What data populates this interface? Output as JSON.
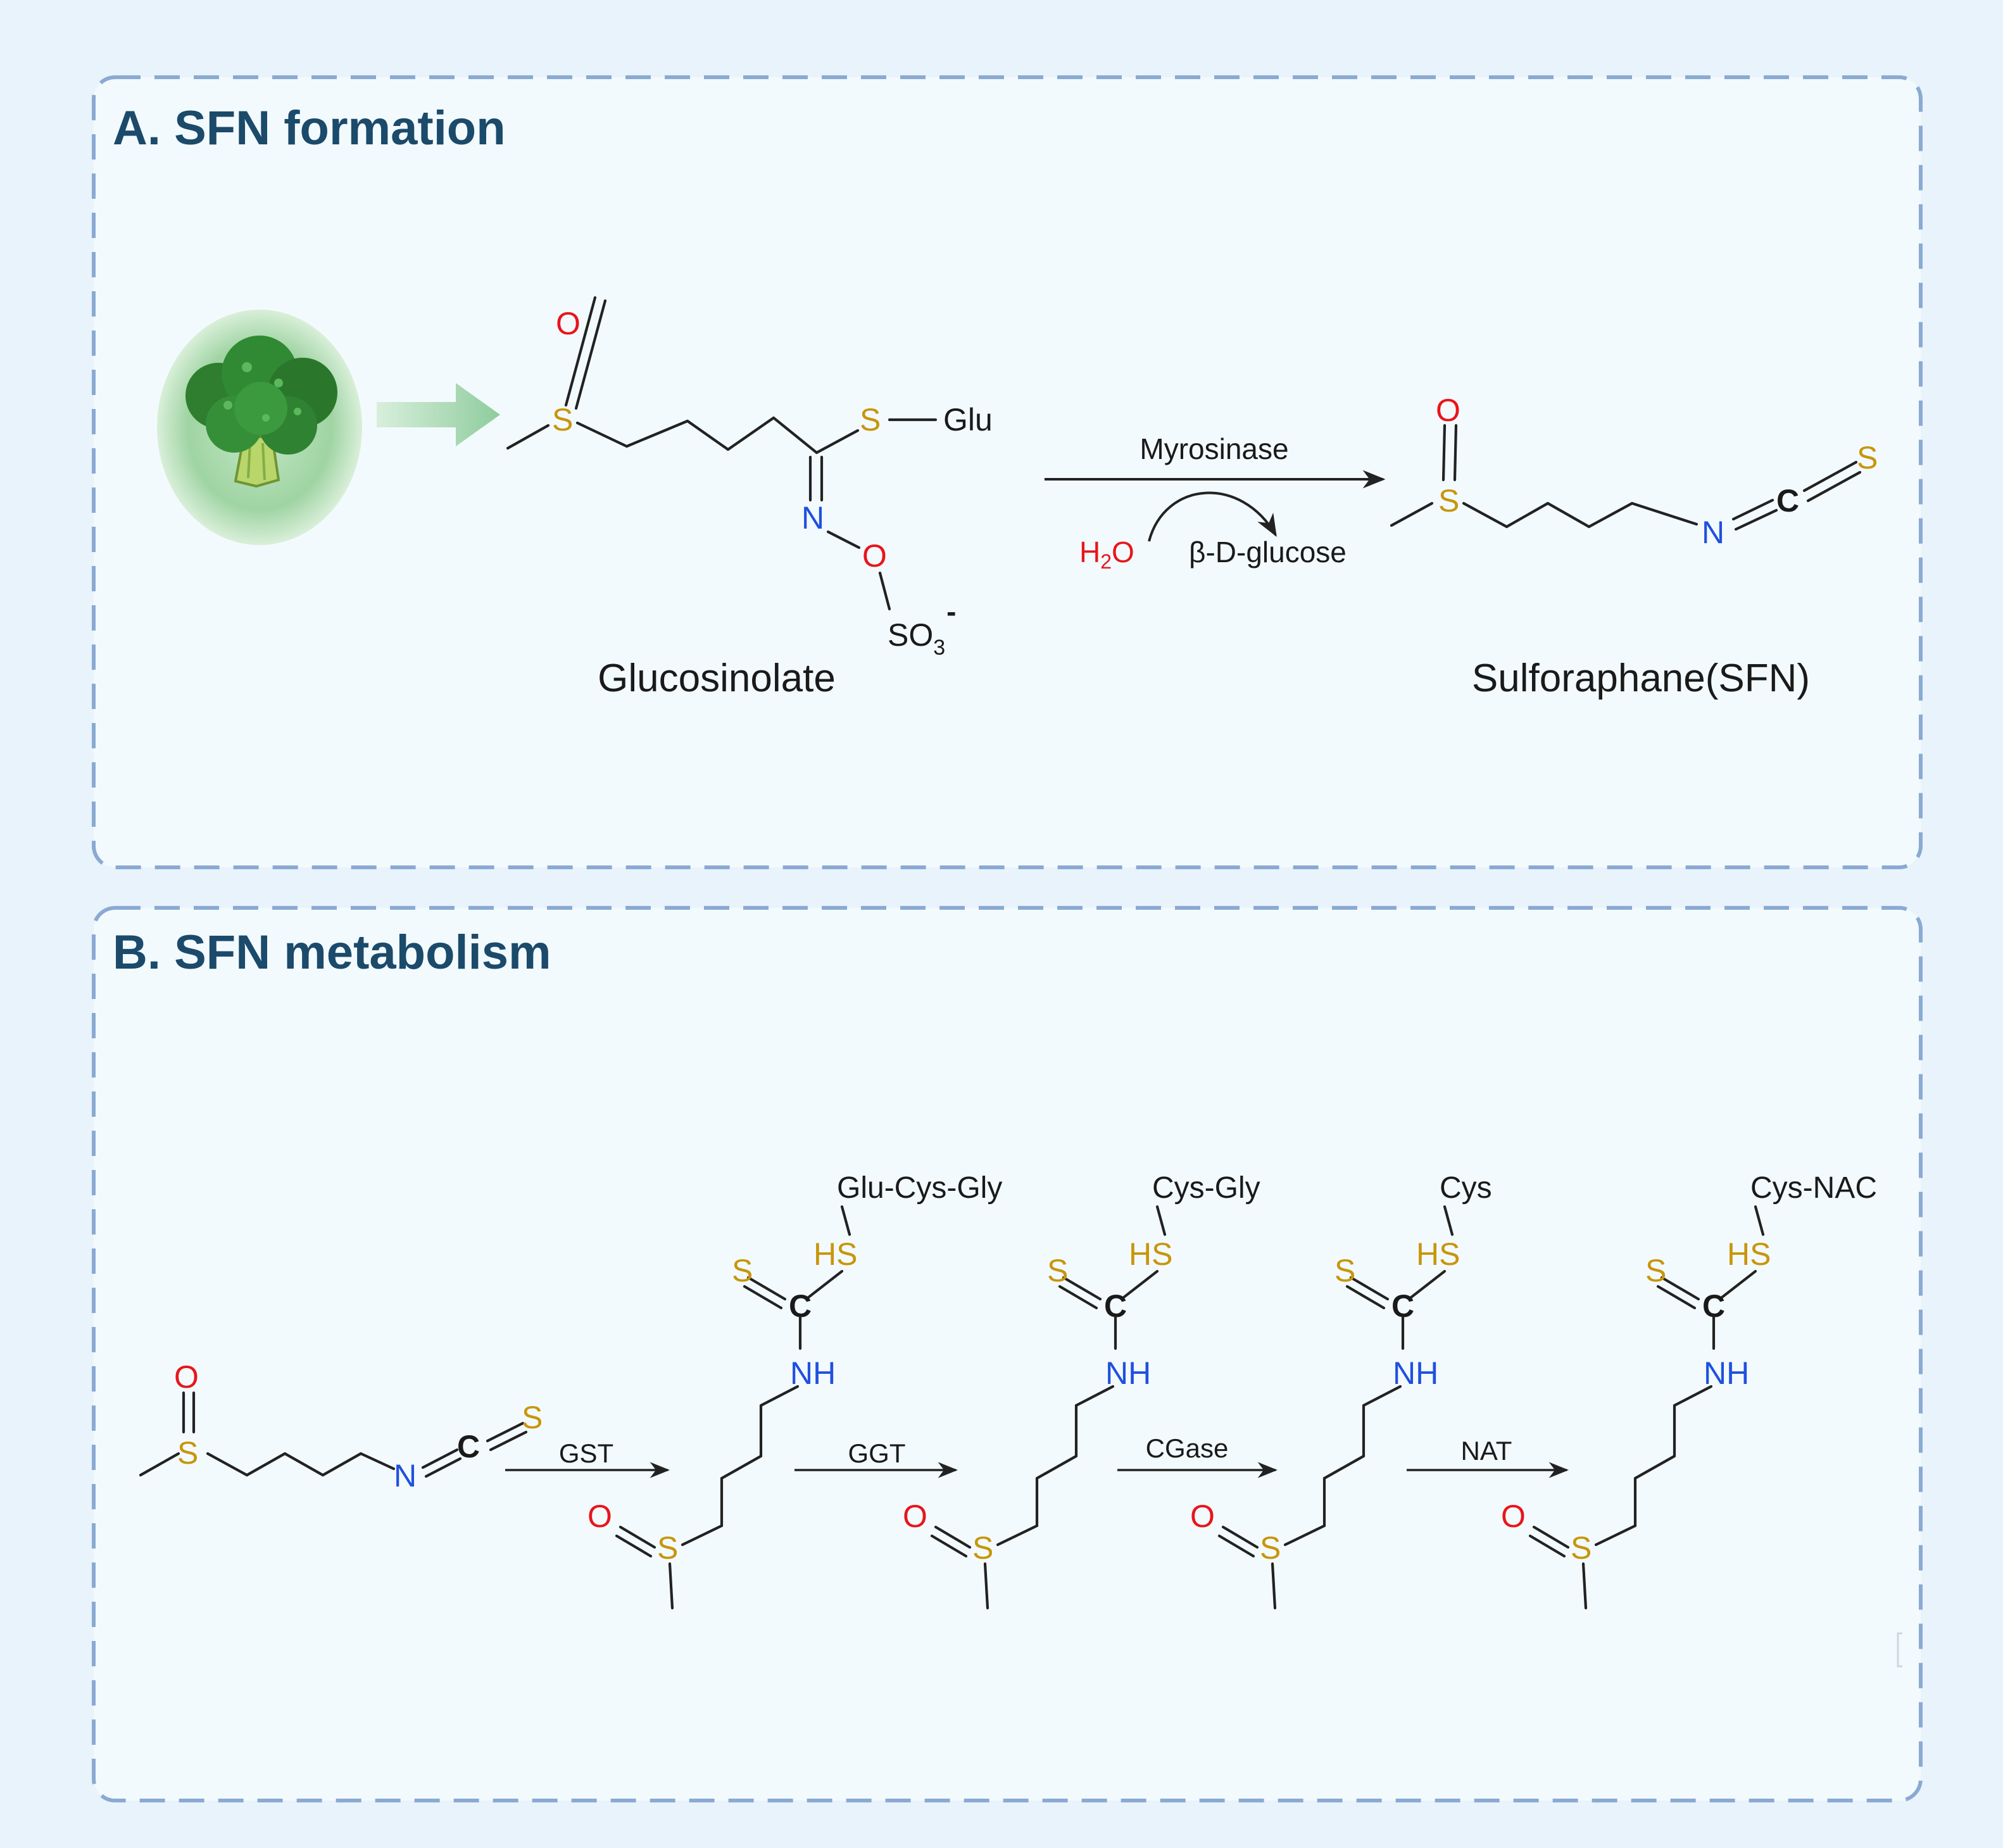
{
  "panel_a": {
    "title": "A. SFN formation",
    "glucosinolate_label": "Glucosinolate",
    "sfn_label": "Sulforaphane(SFN)",
    "enzyme_label": "Myrosinase",
    "reactant_label": "H",
    "reactant_sub": "2",
    "reactant_tail": "O",
    "product_label": "β-D-glucose",
    "glu_group": "Glu",
    "sulfate_label": "SO",
    "sulfate_sub": "3",
    "sulfate_charge": "-"
  },
  "panel_b": {
    "title": "B. SFN metabolism",
    "enzymes": [
      "GST",
      "GGT",
      "CGase",
      "NAT"
    ],
    "conjugates": [
      "Glu-Cys-Gly",
      "Cys-Gly",
      "Cys",
      "Cys-NAC"
    ]
  },
  "atoms": {
    "O": "O",
    "S": "S",
    "N": "N",
    "C": "C",
    "NH": "NH",
    "HS": "HS"
  },
  "colors": {
    "background": "#e8f3fb",
    "panel_fill": "#f3fafd",
    "panel_border": "#8aaad3",
    "title": "#1b4a6b",
    "oxygen": "#e8151b",
    "sulfur": "#c8960c",
    "nitrogen": "#1f50e0",
    "arrow_green": "#9dd3a8",
    "bond": "#222222"
  },
  "icons": [
    "broccoli-icon",
    "green-arrow-icon"
  ]
}
